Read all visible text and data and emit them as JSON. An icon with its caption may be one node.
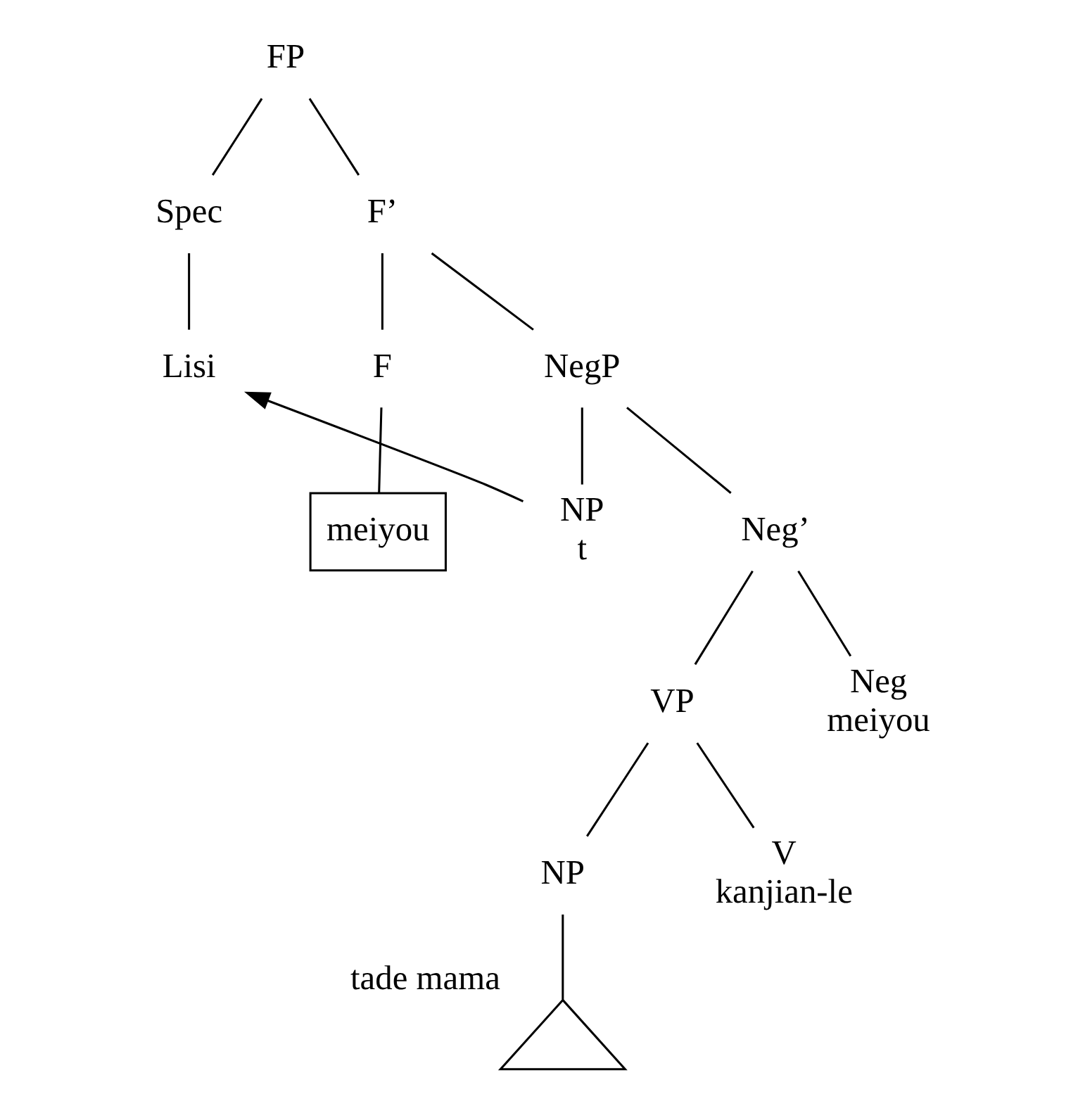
{
  "diagram": {
    "nodes": [
      {
        "text": [
          "FP"
        ]
      },
      {
        "text": [
          "Spec"
        ]
      },
      {
        "text": [
          "F’"
        ]
      },
      {
        "text": [
          "Lisi"
        ]
      },
      {
        "text": [
          "F"
        ]
      },
      {
        "text": [
          "NegP"
        ]
      },
      {
        "text": [
          "meiyou"
        ]
      },
      {
        "text": [
          "Neg’"
        ]
      },
      {
        "text": [
          "VP"
        ]
      },
      {
        "text": [
          "NP"
        ]
      },
      {
        "text": [
          "NP",
          "t"
        ]
      },
      {
        "text": [
          "Neg",
          "meiyou"
        ]
      },
      {
        "text": [
          "V",
          "kanjian-le"
        ]
      },
      {
        "text": [],
        "shape": "triangle",
        "beside": [
          "tade mama"
        ]
      }
    ],
    "edges": [
      {
        "from": 0,
        "to": 1,
        "arrow": "none"
      },
      {
        "from": 0,
        "to": 2,
        "arrow": "none"
      },
      {
        "from": 1,
        "to": 3,
        "arrow": "none"
      },
      {
        "from": 2,
        "to": 4,
        "arrow": "none"
      },
      {
        "from": 2,
        "to": 5,
        "arrow": "none"
      },
      {
        "from": 4,
        "to": 6,
        "arrow": "none"
      },
      {
        "from": 5,
        "to": 10,
        "arrow": "none"
      },
      {
        "from": 5,
        "to": 7,
        "arrow": "none"
      },
      {
        "from": 7,
        "to": 11,
        "arrow": "none"
      },
      {
        "from": 7,
        "to": 8,
        "arrow": "none"
      },
      {
        "from": 8,
        "to": 12,
        "arrow": "none"
      },
      {
        "from": 8,
        "to": 9,
        "arrow": "none"
      },
      {
        "from": 9,
        "to": 13,
        "arrow": "none"
      },
      {
        "from": 10,
        "to": 3,
        "arrow": "to"
      }
    ]
  }
}
